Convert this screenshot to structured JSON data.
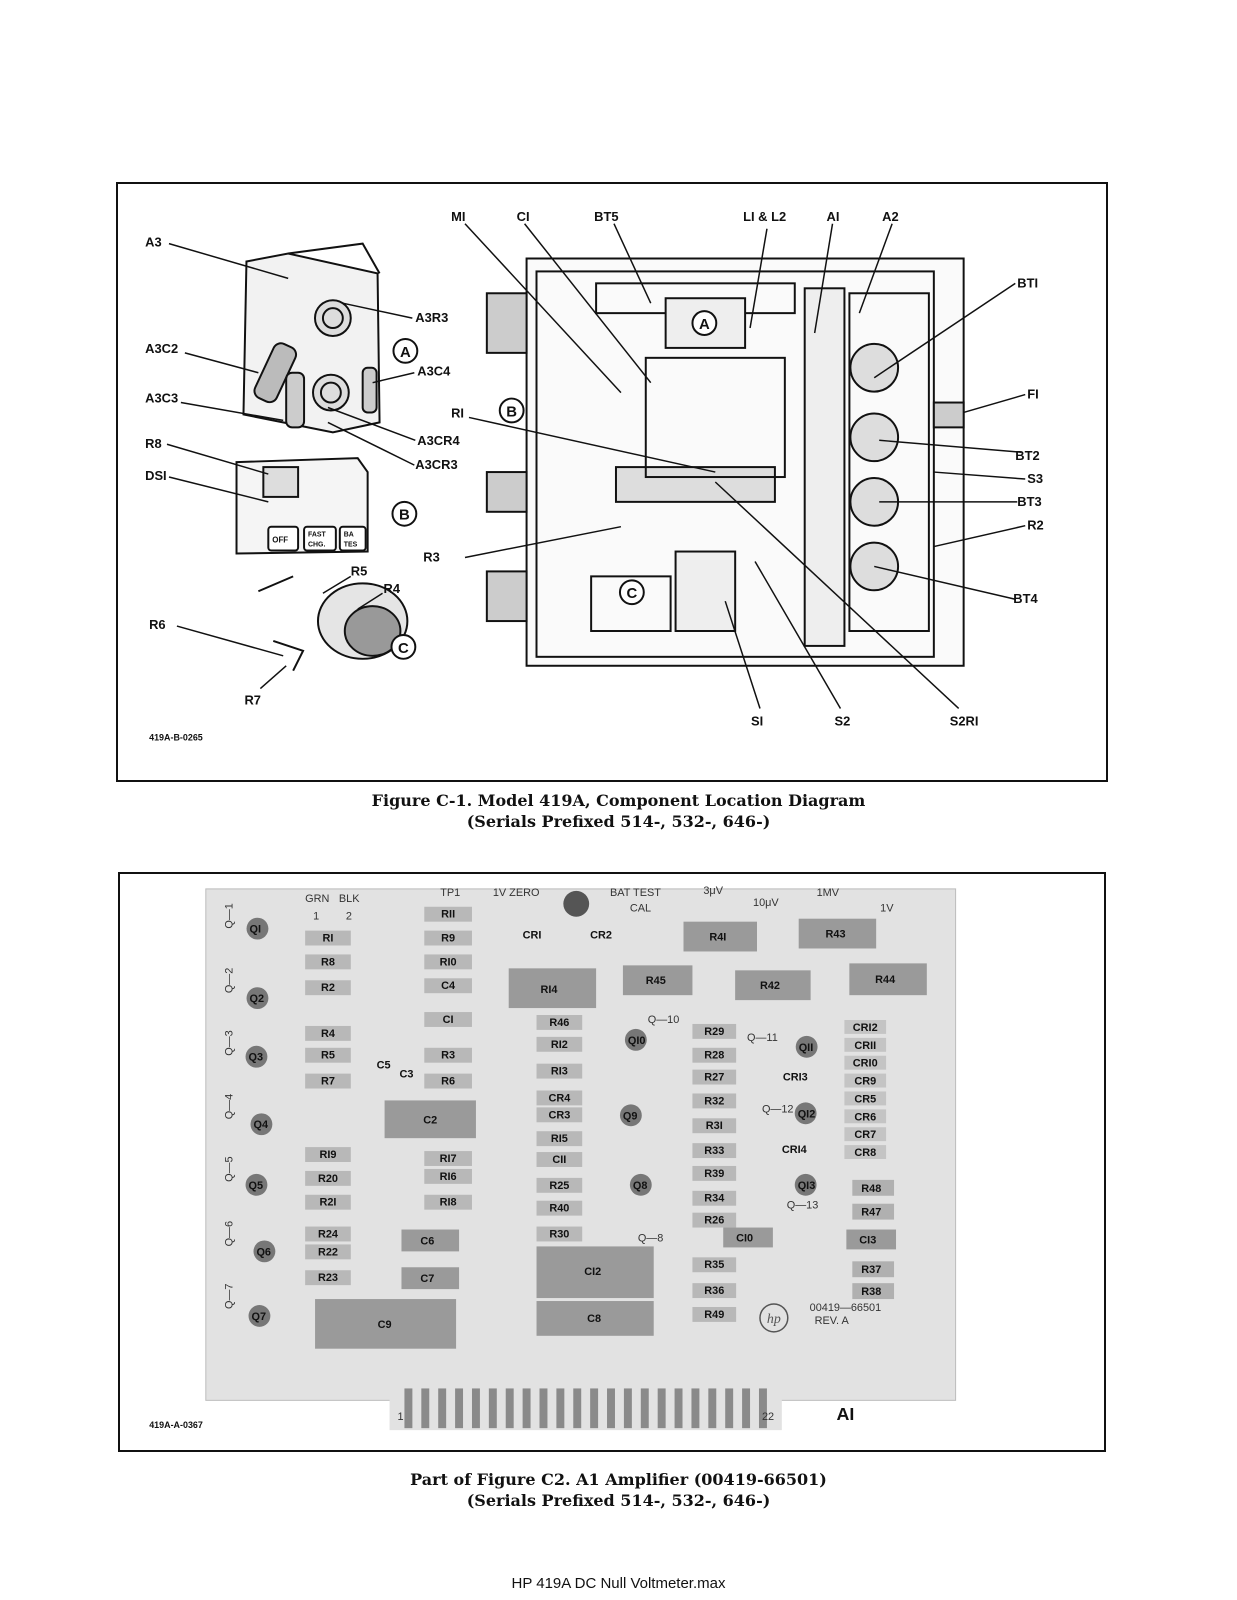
{
  "figure1": {
    "doc_number": "419A-B-0265",
    "caption_line1": "Figure C-1.  Model 419A, Component Location Diagram",
    "caption_line2": "(Serials Prefixed 514-, 532-, 646-)",
    "labels": {
      "A3": "A3",
      "A3C2": "A3C2",
      "A3C3": "A3C3",
      "A3R3": "A3R3",
      "A3C4": "A3C4",
      "A3CR4": "A3CR4",
      "A3CR3": "A3CR3",
      "R8": "R8",
      "DS1": "DSI",
      "R5": "R5",
      "R4": "R4",
      "R6": "R6",
      "R7": "R7",
      "M1": "MI",
      "C1": "CI",
      "BT5": "BT5",
      "L1L2": "LI & L2",
      "A1": "AI",
      "A2": "A2",
      "R1": "RI",
      "R3": "R3",
      "BT1": "BTI",
      "F1": "FI",
      "BT2": "BT2",
      "S3": "S3",
      "BT3": "BT3",
      "R2": "R2",
      "BT4": "BT4",
      "S1": "SI",
      "S2": "S2",
      "S2R1": "S2RI"
    },
    "callouts": {
      "a": "A",
      "b": "B",
      "c": "C"
    },
    "buttons": {
      "off": "OFF",
      "fast1": "FAST",
      "fast2": "CHG.",
      "bat1": "BA",
      "bat2": "TES"
    }
  },
  "figure2": {
    "doc_number": "419A-A-0367",
    "caption_line1": "Part of Figure C2.  A1 Amplifier (00419-66501)",
    "caption_line2": "(Serials Prefixed 514-, 532-, 646-)",
    "board_label": "AI",
    "part_number": "00419—66501",
    "revision": "REV. A",
    "hp_logo": "hp",
    "edge_pin_first": "1",
    "edge_pin_last": "22",
    "top_labels": {
      "grn": "GRN",
      "blk": "BLK",
      "one": "1",
      "two": "2",
      "tp1": "TP1",
      "zero": "1V ZERO",
      "battest": "BAT TEST",
      "cal": "CAL",
      "uv3": "3μV",
      "uv10": "10μV",
      "mv1": "1MV",
      "v1": "1V"
    },
    "transistors": [
      "QI",
      "Q2",
      "Q3",
      "Q4",
      "Q5",
      "Q6",
      "Q7",
      "Q8",
      "Q9",
      "QI0",
      "QII",
      "QI2",
      "QI3"
    ],
    "side_labels": [
      "Q—1",
      "Q—2",
      "Q—3",
      "Q—4",
      "Q—5",
      "Q—6",
      "Q—7"
    ],
    "components": {
      "col1": [
        "RI",
        "R8",
        "R2",
        "R4",
        "R5",
        "R7",
        "RI9",
        "R20",
        "R2I",
        "R24",
        "R22",
        "R23"
      ],
      "col2": [
        "RII",
        "R9",
        "RI0",
        "C4",
        "CI",
        "R3",
        "R6",
        "RI7",
        "RI6",
        "RI8"
      ],
      "col3": [
        "RI4",
        "R46",
        "RI2",
        "RI3",
        "CR4",
        "CR3",
        "RI5",
        "CII",
        "R25",
        "R40",
        "R30"
      ],
      "col4": [
        "R29",
        "R28",
        "R27",
        "R32",
        "R3I",
        "R33",
        "R39",
        "R34",
        "R26",
        "R35",
        "R36",
        "R49"
      ],
      "diodes": [
        "CRI2",
        "CRII",
        "CRI0",
        "CR9",
        "CR5",
        "CR6",
        "CR7",
        "CR8"
      ],
      "misc": {
        "c5": "C5",
        "c3": "C3",
        "c2": "C2",
        "c6": "C6",
        "c7": "C7",
        "c9": "C9",
        "c12": "CI2",
        "c8": "C8",
        "c10": "CI0",
        "c13": "CI3",
        "r41": "R4I",
        "r43": "R43",
        "r45": "R45",
        "r42": "R42",
        "r44": "R44",
        "r48": "R48",
        "r47": "R47",
        "r37": "R37",
        "r38": "R38",
        "cr1": "CRI",
        "cr2": "CR2",
        "cr13": "CRI3",
        "cr14": "CRI4",
        "q10lbl": "Q—10",
        "q11lbl": "Q—11",
        "q12lbl": "Q—12",
        "q13lbl": "Q—13",
        "q8lbl": "Q—8"
      }
    }
  },
  "footer": "HP 419A DC Null Voltmeter.max"
}
